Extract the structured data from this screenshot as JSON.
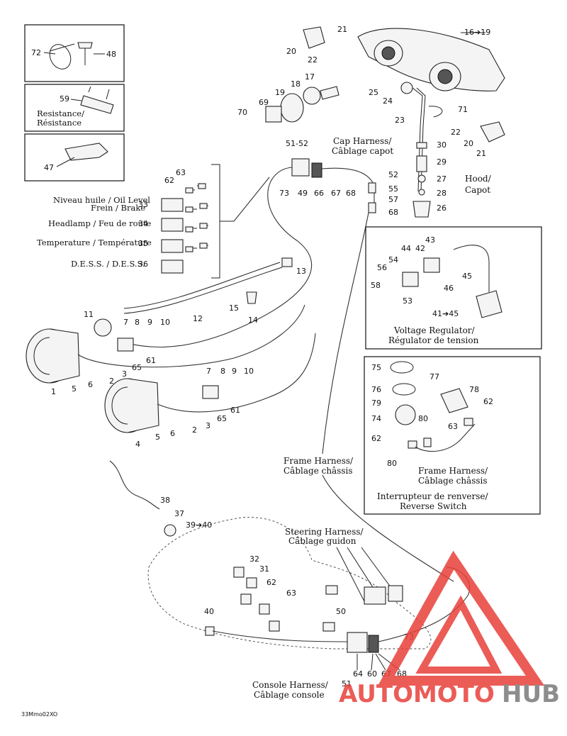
{
  "diagram": {
    "callouts": {
      "c72": "72",
      "c48": "48",
      "c59": "59",
      "c47": "47",
      "c21a": "21",
      "c20a": "20",
      "c22a": "22",
      "c16": "16➔19",
      "c17": "17",
      "c18": "18",
      "c19": "19",
      "c69": "69",
      "c70": "70",
      "c25": "25",
      "c24": "24",
      "c71": "71",
      "c23": "23",
      "c22b": "22",
      "c20b": "20",
      "c21b": "21",
      "c30": "30",
      "c29": "29",
      "c27": "27",
      "c28": "28",
      "c26": "26",
      "c5152a": "51-52",
      "c73a": "73",
      "c49": "49",
      "c66": "66",
      "c67a": "67",
      "c68a": "68",
      "c52": "52",
      "c55": "55",
      "c57": "57",
      "c68b": "68",
      "c63a": "63",
      "c62a": "62",
      "c33": "33",
      "c34": "34",
      "c35": "35",
      "c36": "36",
      "c13": "13",
      "c12": "12",
      "c15": "15",
      "c14": "14",
      "c43": "43",
      "c44": "44",
      "c42": "42",
      "c54": "54",
      "c56": "56",
      "c58": "58",
      "c53": "53",
      "c45a": "45",
      "c46": "46",
      "c4145": "41➔45",
      "c11": "11",
      "c7a": "7",
      "c8a": "8",
      "c9a": "9",
      "c10a": "10",
      "c61a": "61",
      "c65a": "65",
      "c3a": "3",
      "c2a": "2",
      "c6a": "6",
      "c5a": "5",
      "c1": "1",
      "c7b": "7",
      "c8b": "8",
      "c9b": "9",
      "c10b": "10",
      "c61b": "61",
      "c65b": "65",
      "c3b": "3",
      "c2b": "2",
      "c6b": "6",
      "c5b": "5",
      "c4": "4",
      "c75": "75",
      "c77": "77",
      "c76": "76",
      "c78": "78",
      "c79": "79",
      "c74": "74",
      "c80a": "80",
      "c62b": "62",
      "c63b": "63",
      "c62c": "62",
      "c80b": "80",
      "c38": "38",
      "c37": "37",
      "c3940": "39➔40",
      "c32": "32",
      "c31": "31",
      "c62d": "62",
      "c63c": "63",
      "c50": "50",
      "c40": "40",
      "c73b": "73",
      "c64": "64",
      "c60": "60",
      "c67b": "67",
      "c68c": "68",
      "c51b": "51"
    },
    "captions": {
      "resistance1": "Resistance/",
      "resistance2": "Résistance",
      "cap_harness1": "Cap Harness/",
      "cap_harness2": "Câblage capot",
      "hood1": "Hood/",
      "hood2": "Capot",
      "oil1": "Niveau huile / Oil Level",
      "oil2": "Frein / Brake",
      "headlamp": "Headlamp / Feu de route",
      "temperature": "Temperature / Température",
      "dess": "D.E.S.S. / D.E.S.S.",
      "vr1": "Voltage Regulator/",
      "vr2": "Régulator de tension",
      "frame1": "Frame Harness/",
      "frame2": "Câblage châssis",
      "frame3": "Frame Harness/",
      "frame4": "Câblage châssis",
      "rev1": "Interrupteur de renverse/",
      "rev2": "Reverse Switch",
      "steer1": "Steering Harness/",
      "steer2": "Câblage guidon",
      "console1": "Console Harness/",
      "console2": "Câblage console",
      "code": "33Mmo02XO"
    },
    "watermark": {
      "text_auto": "AUTOMOTO",
      "text_hub": "HUB",
      "color_red": "#e8403a",
      "color_grey": "#7a7a7a"
    }
  }
}
